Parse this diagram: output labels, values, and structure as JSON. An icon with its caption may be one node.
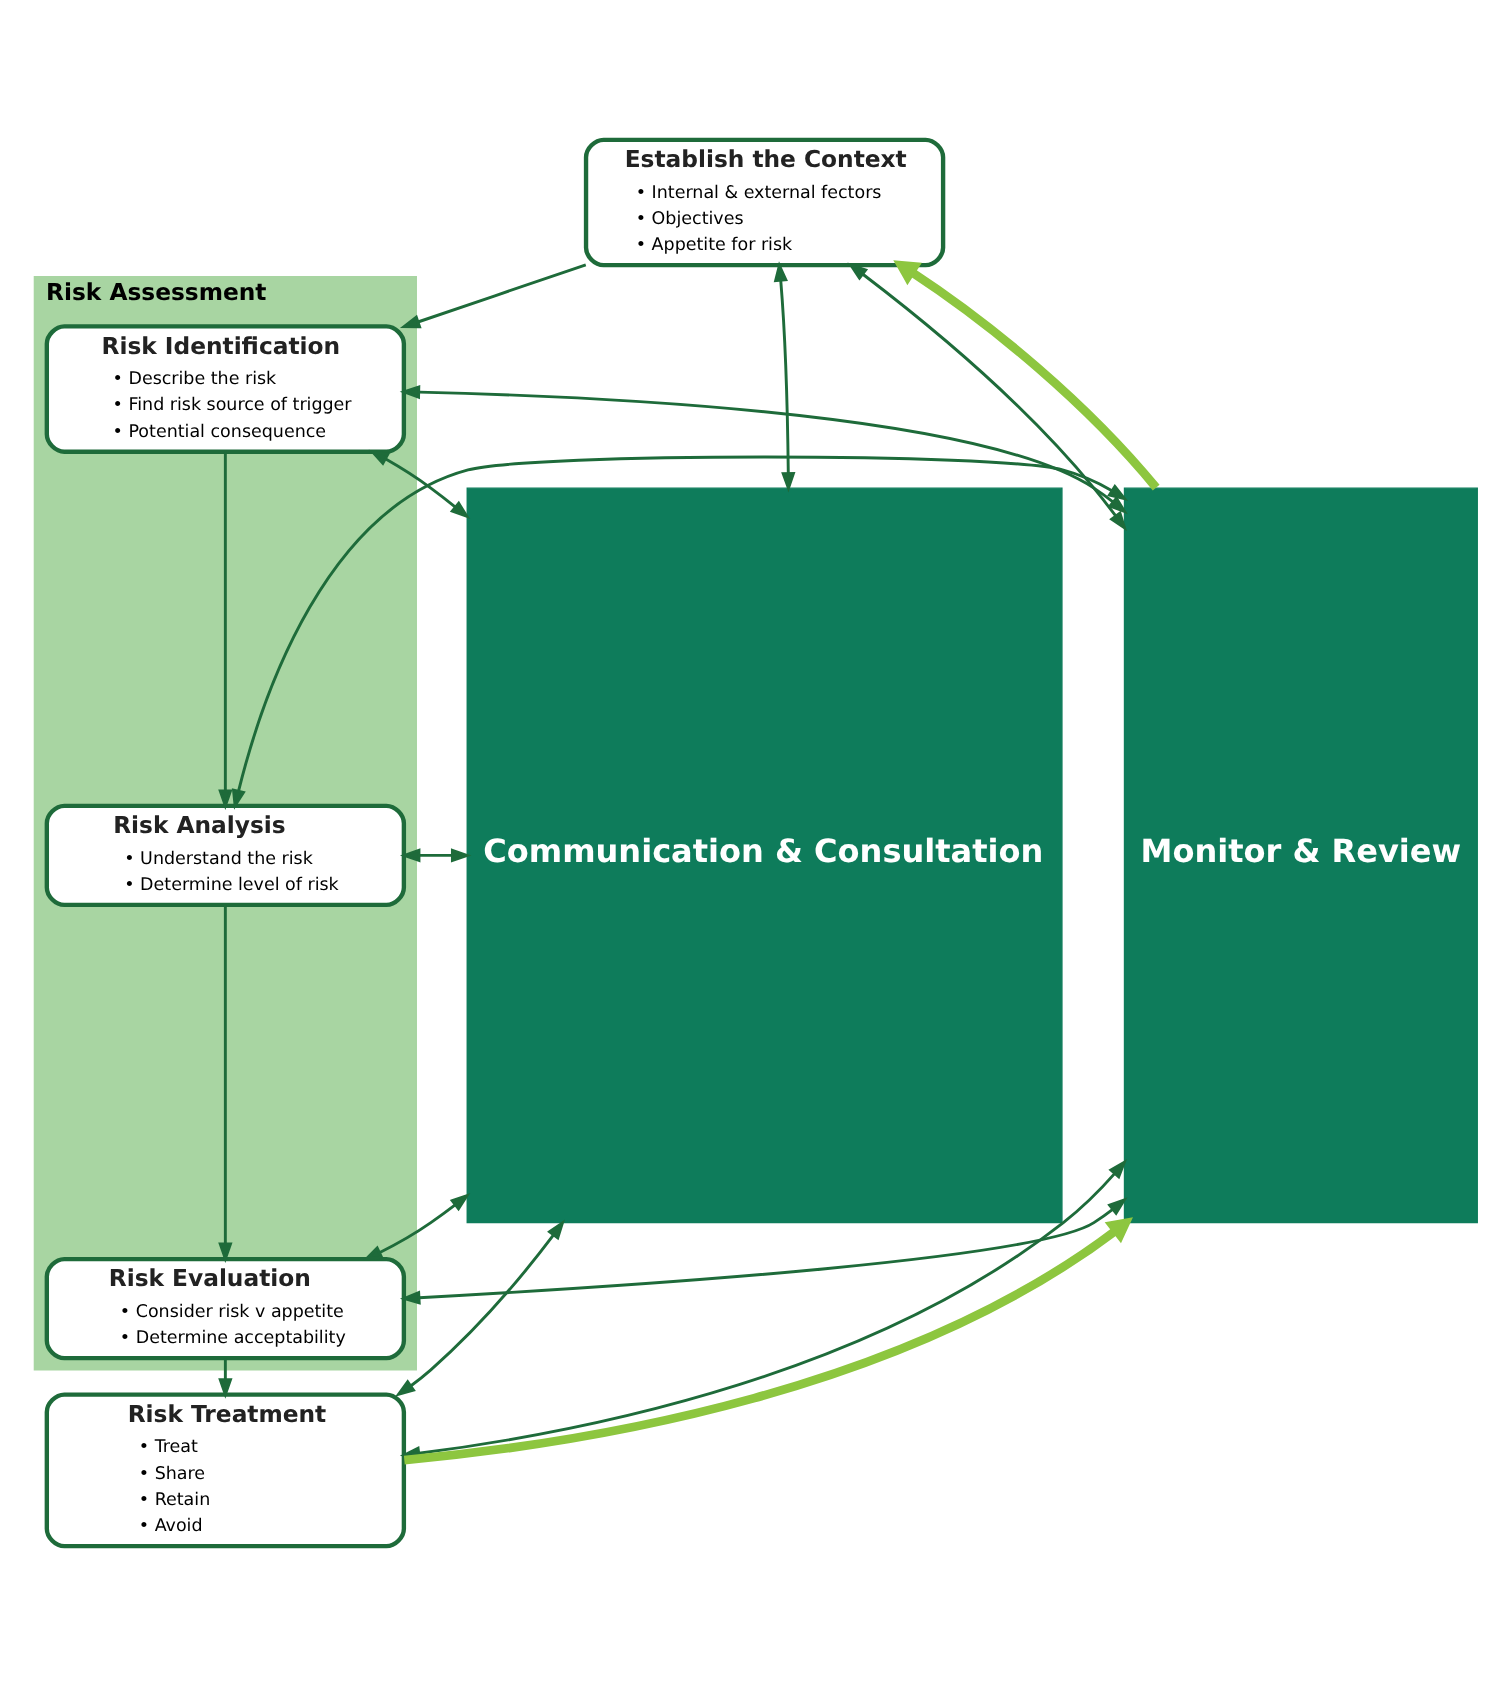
{
  "diagram": {
    "nodes": [
      {
        "text": [
          "Communication & Consultation"
        ]
      },
      {
        "text": [
          "Establish the Context",
          "• Internal & external fectors",
          "• Objectives",
          "• Appetite for risk"
        ]
      },
      {
        "text": [
          "Risk Assessment"
        ]
      },
      {
        "text": [
          "Risk Identification",
          "• Describe the risk",
          "• Find risk source of trigger",
          "• Potential consequence"
        ],
        "in": 2
      },
      {
        "text": [
          "Risk Analysis",
          "• Understand the risk",
          "• Determine level of risk"
        ],
        "in": 2
      },
      {
        "text": [
          "Risk Evaluation",
          "• Consider risk v appetite",
          "• Determine acceptability"
        ],
        "in": 2
      },
      {
        "text": [
          "Risk Treatment",
          "• Treat",
          "• Share",
          "• Retain",
          "• Avoid"
        ]
      },
      {
        "text": [
          "Monitor & Review"
        ]
      }
    ],
    "edges": [
      {
        "from": 1,
        "to": 3,
        "arrow": "to"
      },
      {
        "from": 3,
        "to": 4,
        "arrow": "to"
      },
      {
        "from": 4,
        "to": 5,
        "arrow": "to"
      },
      {
        "from": 5,
        "to": 6,
        "arrow": "to"
      },
      {
        "from": 0,
        "to": 1,
        "arrow": "both"
      },
      {
        "from": 0,
        "to": 3,
        "arrow": "both"
      },
      {
        "from": 0,
        "to": 4,
        "arrow": "both"
      },
      {
        "from": 0,
        "to": 5,
        "arrow": "both"
      },
      {
        "from": 0,
        "to": 6,
        "arrow": "both"
      },
      {
        "from": 1,
        "to": 7,
        "arrow": "both"
      },
      {
        "from": 3,
        "to": 7,
        "arrow": "both"
      },
      {
        "from": 4,
        "to": 7,
        "arrow": "both"
      },
      {
        "from": 5,
        "to": 7,
        "arrow": "both"
      },
      {
        "from": 6,
        "to": 7,
        "arrow": "both"
      },
      {
        "from": 6,
        "to": 7,
        "arrow": "to",
        "style": "thick",
        "color": "#8dc63f"
      },
      {
        "from": 7,
        "to": 1,
        "arrow": "to",
        "style": "thick",
        "color": "#8dc63f"
      }
    ]
  }
}
